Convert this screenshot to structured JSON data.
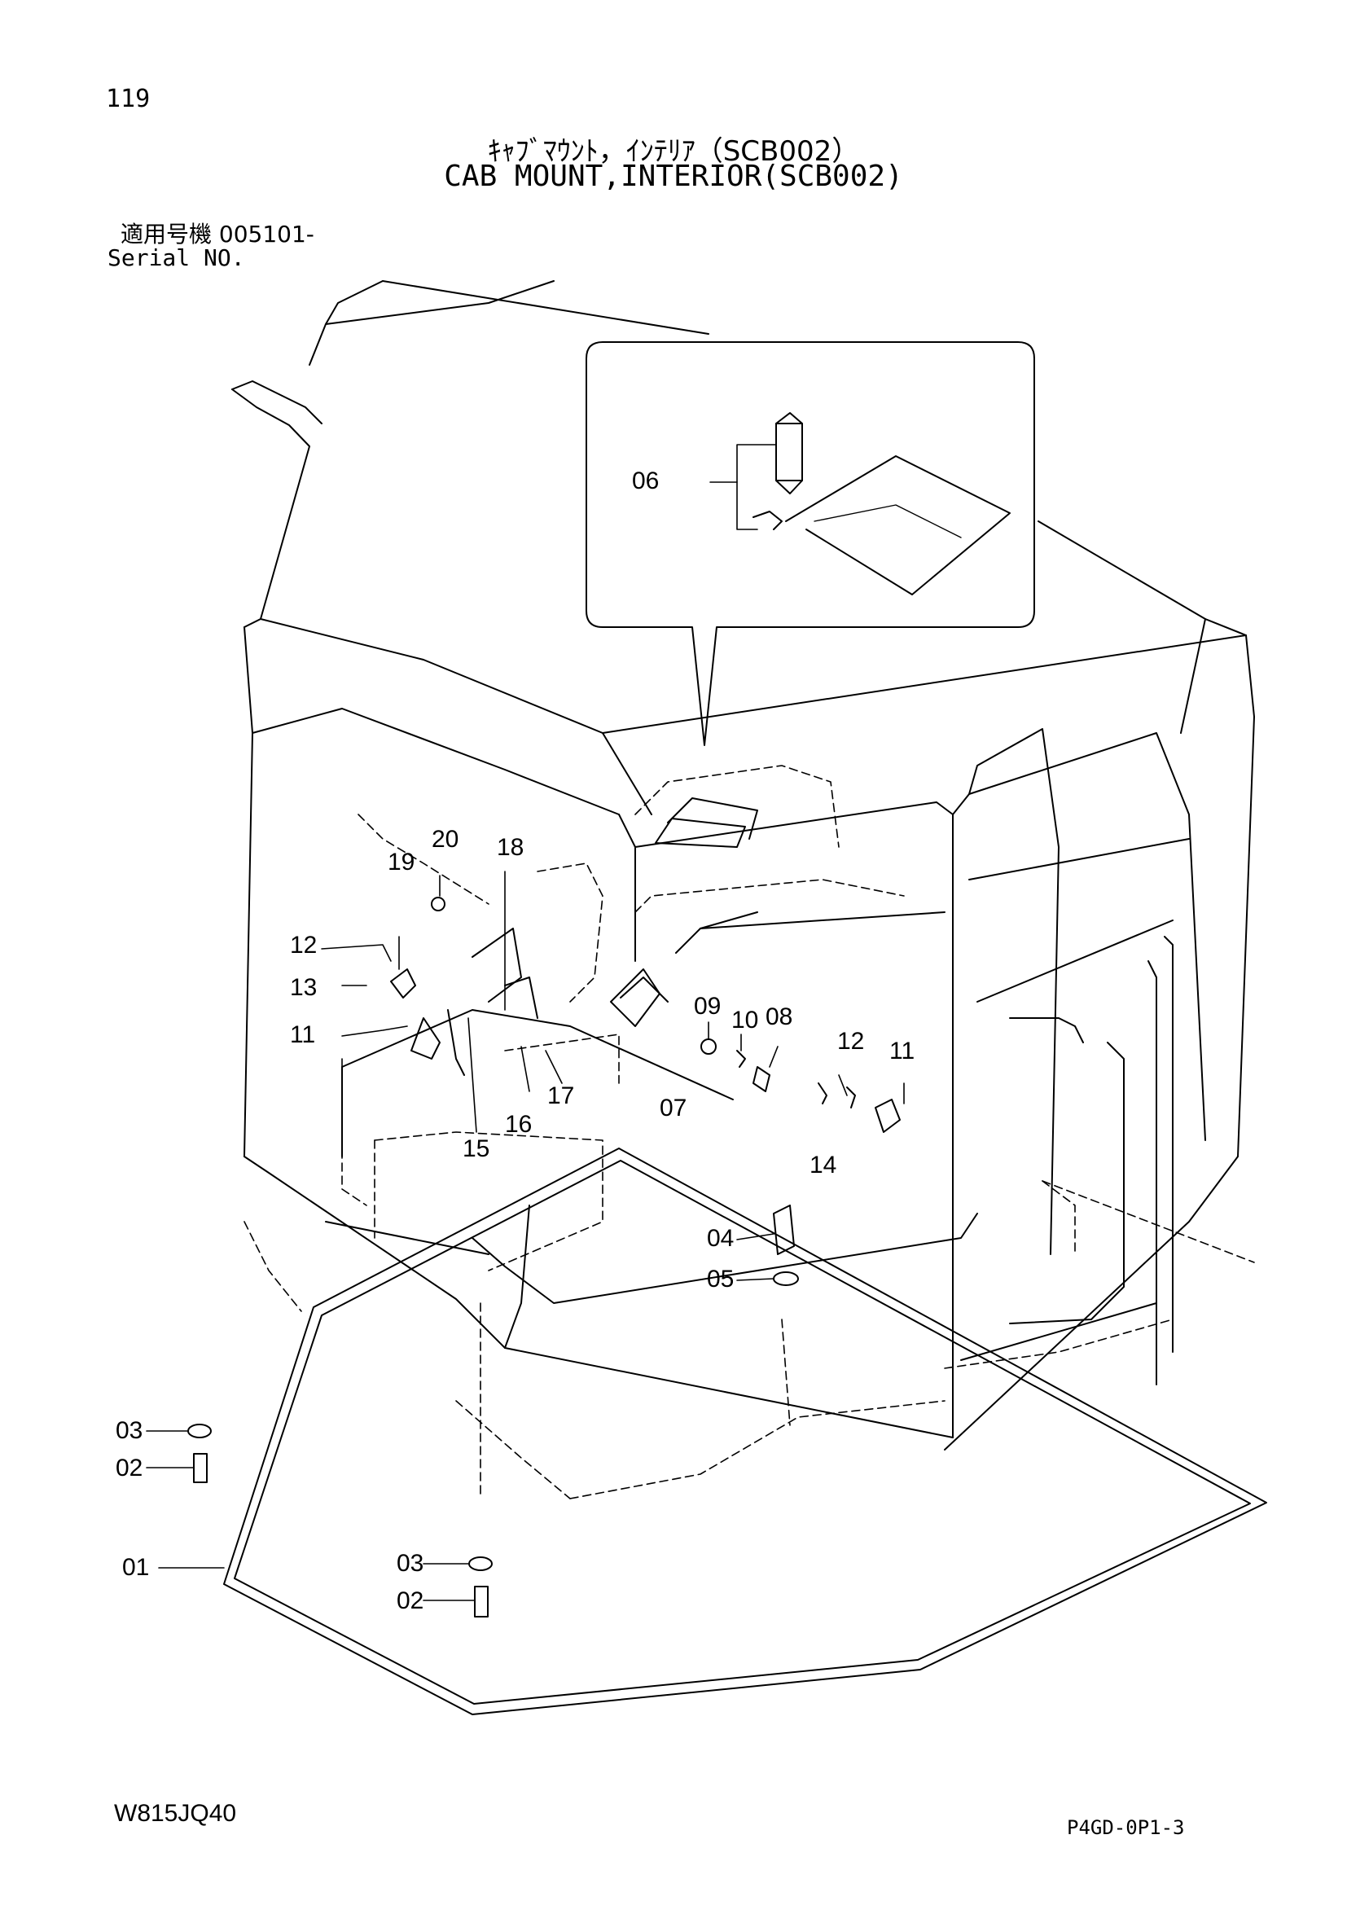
{
  "header": {
    "page_number": "119",
    "title_jp": "ｷｬﾌﾞﾏｳﾝﾄ，ｲﾝﾃﾘｱ（SCB002）",
    "title_en": "CAB MOUNT,INTERIOR(SCB002)",
    "serial_label_jp": "適用号機 005101-",
    "serial_label_en": "Serial NO."
  },
  "footer": {
    "doc_code": "W815JQ40",
    "page_code": "P4GD-0P1-3"
  },
  "callouts": [
    "01",
    "02",
    "02",
    "03",
    "03",
    "04",
    "05",
    "06",
    "07",
    "08",
    "09",
    "10",
    "11",
    "11",
    "12",
    "12",
    "13",
    "14",
    "15",
    "16",
    "17",
    "18",
    "19",
    "20"
  ]
}
